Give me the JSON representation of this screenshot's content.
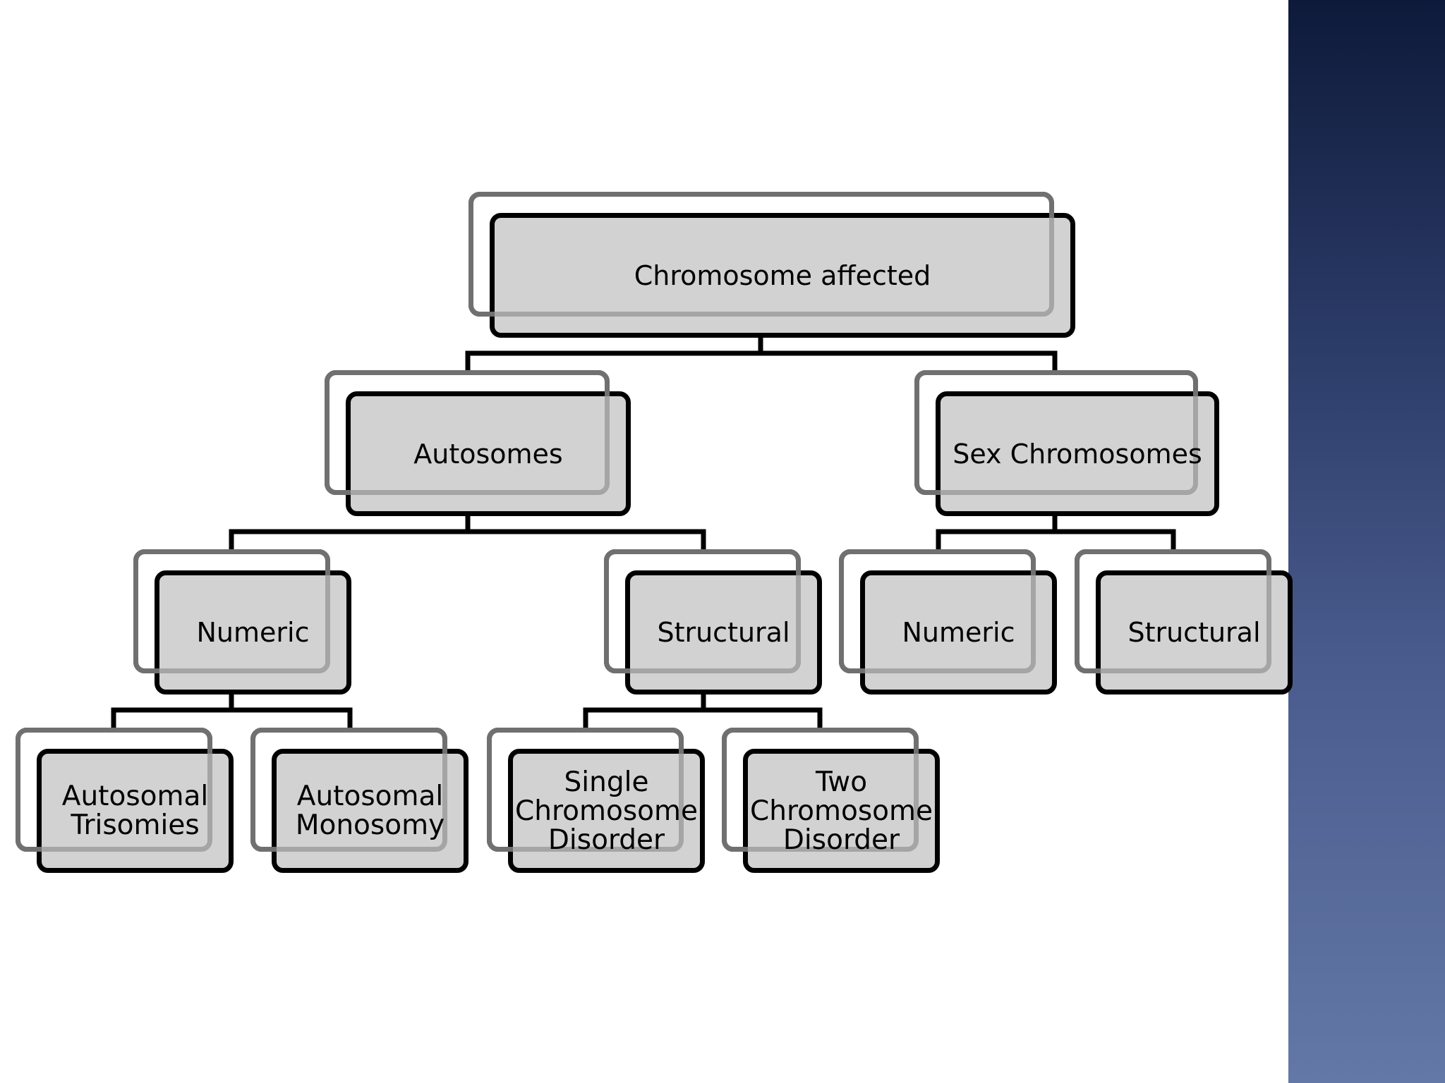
{
  "diagram": {
    "root": {
      "label": "Chromosome affected"
    },
    "level1": [
      {
        "label": "Autosomes"
      },
      {
        "label": "Sex Chromosomes"
      }
    ],
    "level2": [
      {
        "label": "Numeric"
      },
      {
        "label": "Structural"
      },
      {
        "label": "Numeric"
      },
      {
        "label": "Structural"
      }
    ],
    "level3": [
      {
        "label": "Autosomal\nTrisomies"
      },
      {
        "label": "Autosomal\nMonosomy"
      },
      {
        "label": "Single\nChromosome\nDisorder"
      },
      {
        "label": "Two\nChromosome\nDisorder"
      }
    ]
  },
  "colors": {
    "node_fill": "#d2d2d2",
    "node_border": "#000000",
    "side_panel_top": "#0e1a3a",
    "side_panel_bottom": "#6378a6"
  }
}
